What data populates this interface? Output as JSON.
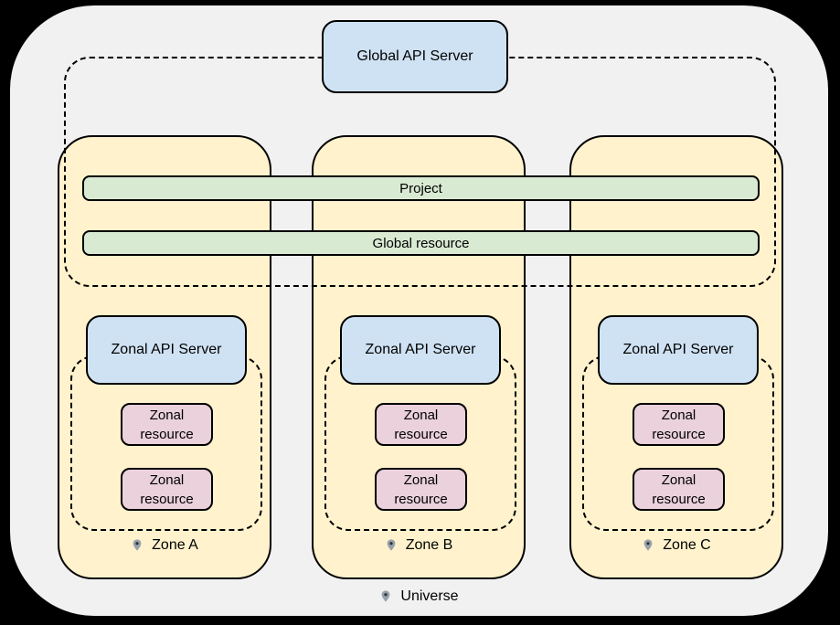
{
  "colors": {
    "canvas-black": "#000000",
    "universe-bg": "#f1f1f2",
    "api-server-blue": "#cfe2f3",
    "resource-green": "#d9ead3",
    "zone-yellow": "#fff2cc",
    "zonal-resource-pink": "#ead1dc",
    "border-black": "#000000",
    "pin-gray": "#98a1ab",
    "pin-dot": "#333333"
  },
  "global_api_server": {
    "label": "Global API Server"
  },
  "shared_bars": {
    "project": "Project",
    "global_resource": "Global resource"
  },
  "zones": [
    {
      "name": "Zone A",
      "api_server_label": "Zonal API Server",
      "resources": [
        "Zonal resource",
        "Zonal resource"
      ]
    },
    {
      "name": "Zone B",
      "api_server_label": "Zonal API Server",
      "resources": [
        "Zonal resource",
        "Zonal resource"
      ]
    },
    {
      "name": "Zone C",
      "api_server_label": "Zonal API Server",
      "resources": [
        "Zonal resource",
        "Zonal resource"
      ]
    }
  ],
  "universe": {
    "label": "Universe"
  }
}
